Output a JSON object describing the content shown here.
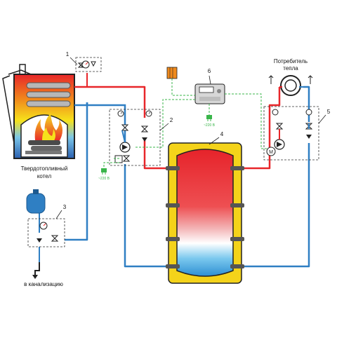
{
  "labels": {
    "boiler_line1": "Твердотопливный",
    "boiler_line2": "котел",
    "consumer_line1": "Потребитель",
    "consumer_line2": "тепла",
    "drain": "в канализацию",
    "voltage_left": "~220 В",
    "voltage_mid": "~220 В"
  },
  "callouts": {
    "n1": "1",
    "n2": "2",
    "n3": "3",
    "n4": "4",
    "n5": "5",
    "n6": "6"
  },
  "colors": {
    "hot": "#e8262a",
    "cold": "#2f7fc3",
    "electric": "#39b54a",
    "tank_jacket": "#f4d31a",
    "outline": "#222222"
  },
  "icons": {
    "pump": "pump-icon",
    "valve": "valve-icon",
    "thermometer": "thermometer-icon",
    "pressure_gauge": "pressure-gauge-icon",
    "expansion_tank": "expansion-tank-icon",
    "controller": "controller-icon",
    "power_plug": "power-plug-icon",
    "radiator": "radiator-icon",
    "heat_exchanger": "coil-icon",
    "drain": "drain-icon"
  }
}
